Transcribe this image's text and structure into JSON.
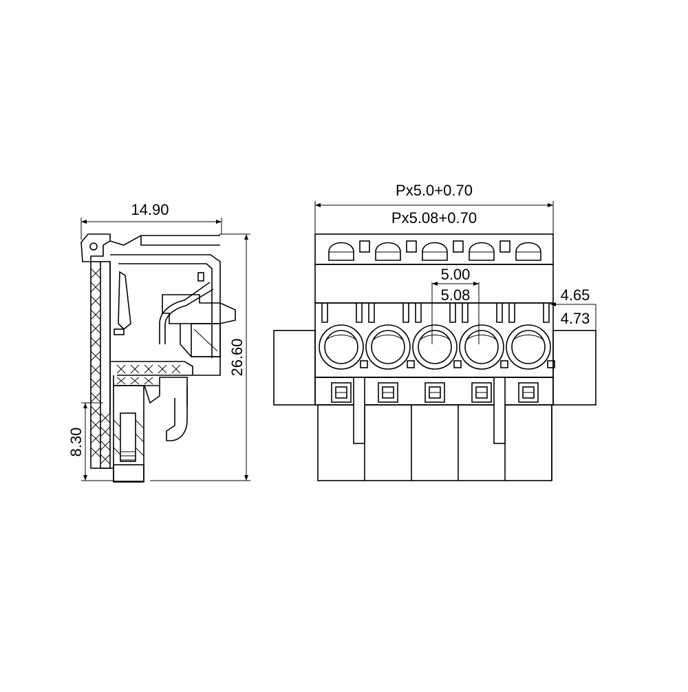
{
  "side_view": {
    "width_label": "14.90",
    "height_label": "26.60",
    "pin_label": "8.30"
  },
  "front_view": {
    "overall_label_a": "Px5.0+0.70",
    "overall_label_b": "Px5.08+0.70",
    "pitch_label_a": "5.00",
    "pitch_label_b": "5.08",
    "edge_label_a": "4.65",
    "edge_label_b": "4.73",
    "positions": 5
  }
}
